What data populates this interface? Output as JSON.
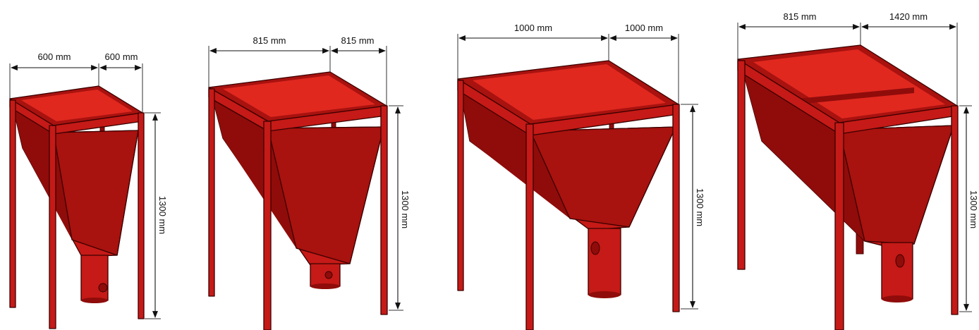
{
  "colors": {
    "hopper_red": "#c51a17",
    "hopper_dark": "#8f0c0a",
    "hopper_light": "#e0281f",
    "dimension_lines": "#111111",
    "background": "#ffffff"
  },
  "hoppers": [
    {
      "id": "hopper-1",
      "width_label": "600 mm",
      "depth_label": "600 mm",
      "height_label": "1300 mm"
    },
    {
      "id": "hopper-2",
      "width_label": "815 mm",
      "depth_label": "815 mm",
      "height_label": "1300 mm"
    },
    {
      "id": "hopper-3",
      "width_label": "1000 mm",
      "depth_label": "1000 mm",
      "height_label": "1300 mm"
    },
    {
      "id": "hopper-4",
      "width_label": "815 mm",
      "depth_label": "1420 mm",
      "height_label": "1300 mm"
    }
  ]
}
